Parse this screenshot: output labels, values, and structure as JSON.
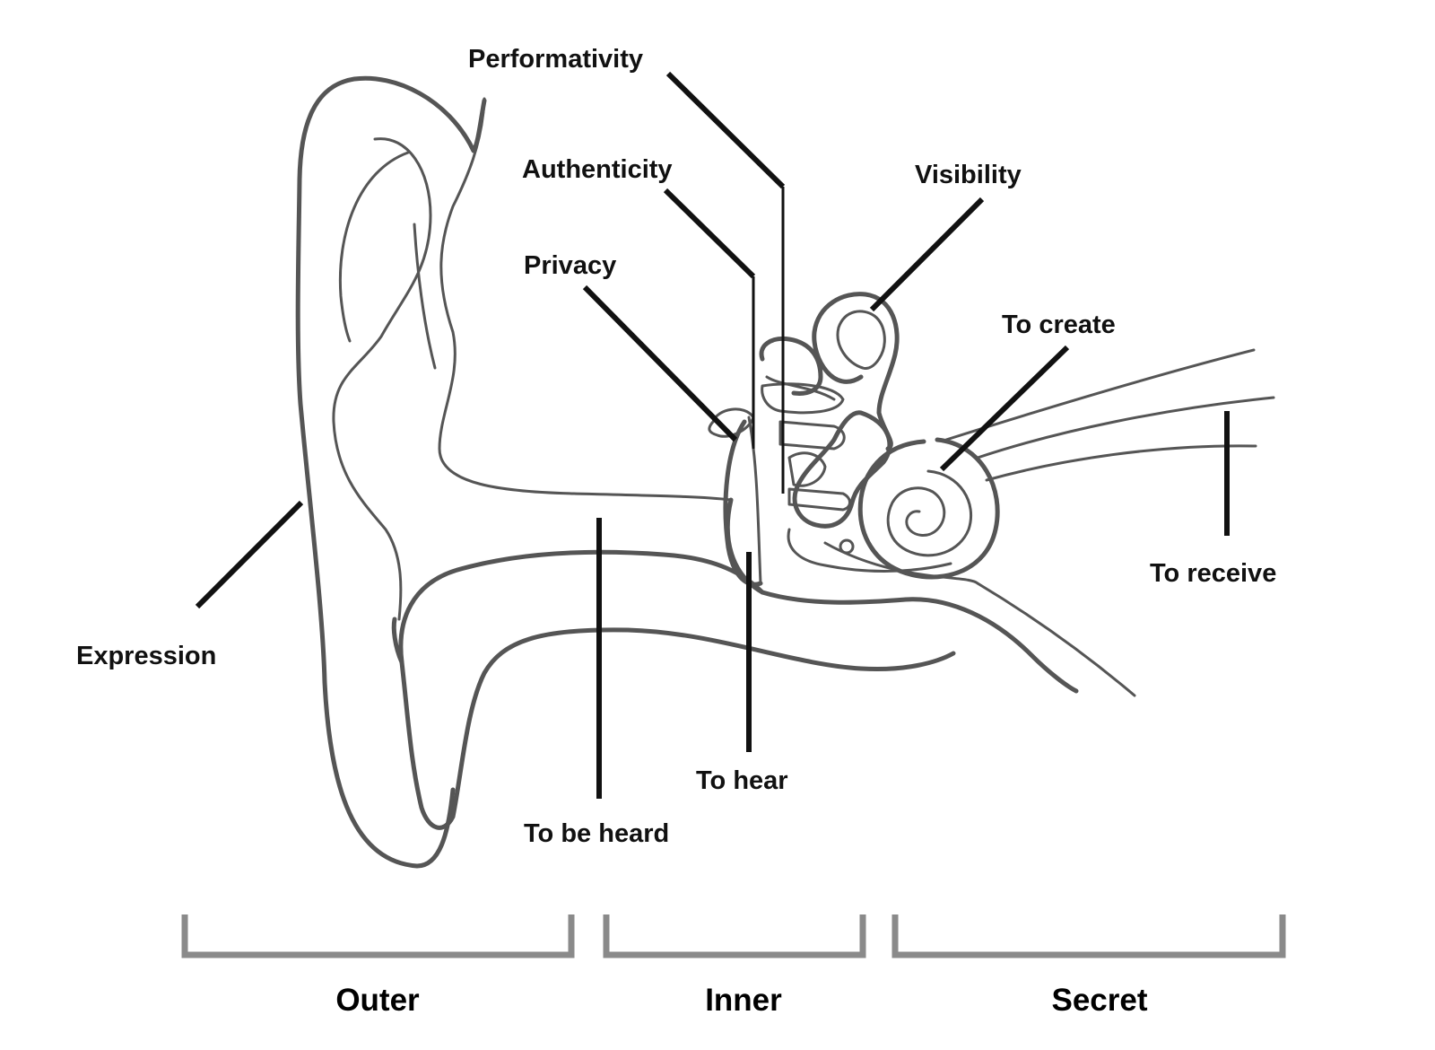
{
  "labels": {
    "performativity": "Performativity",
    "authenticity": "Authenticity",
    "privacy": "Privacy",
    "visibility": "Visibility",
    "to_create": "To create",
    "to_receive": "To receive",
    "expression": "Expression",
    "to_be_heard": "To be heard",
    "to_hear": "To hear"
  },
  "sections": {
    "outer": "Outer",
    "inner": "Inner",
    "secret": "Secret"
  },
  "colors": {
    "outline": "#555555",
    "leader": "#111111",
    "bracket": "#8a8a8a"
  }
}
